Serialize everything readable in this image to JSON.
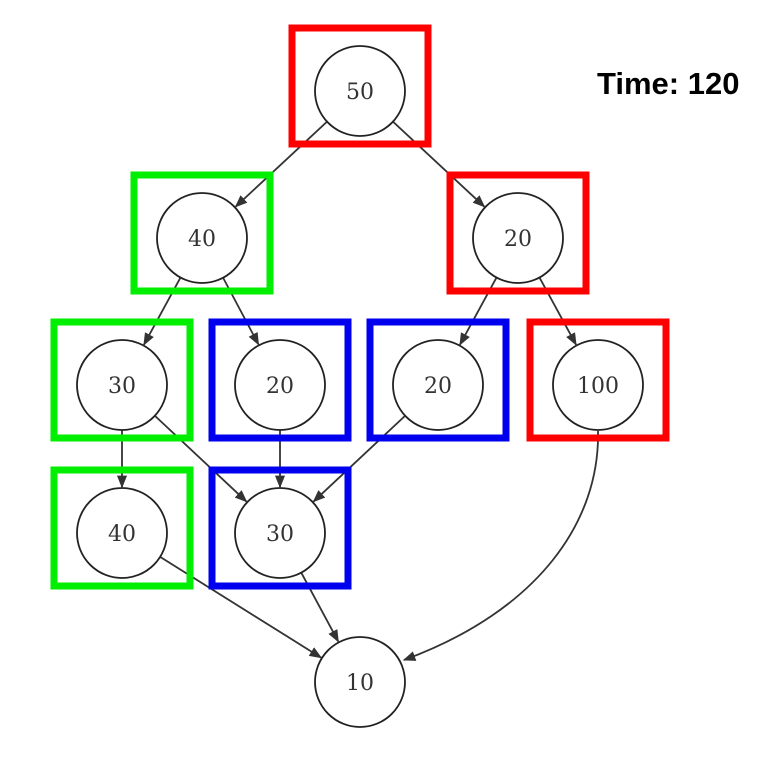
{
  "time": {
    "label": "Time:",
    "value": "120"
  },
  "colors": {
    "red": "#ff0000",
    "green": "#00ee00",
    "blue": "#0000ee",
    "edge": "#333333"
  },
  "nodes": [
    {
      "id": "a",
      "value": "50",
      "highlight": "red"
    },
    {
      "id": "b",
      "value": "40",
      "highlight": "green"
    },
    {
      "id": "c",
      "value": "20",
      "highlight": "red"
    },
    {
      "id": "d",
      "value": "30",
      "highlight": "green"
    },
    {
      "id": "e",
      "value": "20",
      "highlight": "blue"
    },
    {
      "id": "f",
      "value": "20",
      "highlight": "blue"
    },
    {
      "id": "g",
      "value": "100",
      "highlight": "red"
    },
    {
      "id": "h",
      "value": "40",
      "highlight": "green"
    },
    {
      "id": "i",
      "value": "30",
      "highlight": "blue"
    },
    {
      "id": "j",
      "value": "10",
      "highlight": null
    }
  ],
  "edges": [
    [
      "a",
      "b"
    ],
    [
      "a",
      "c"
    ],
    [
      "b",
      "d"
    ],
    [
      "b",
      "e"
    ],
    [
      "c",
      "f"
    ],
    [
      "c",
      "g"
    ],
    [
      "d",
      "h"
    ],
    [
      "d",
      "i"
    ],
    [
      "e",
      "i"
    ],
    [
      "f",
      "i"
    ],
    [
      "h",
      "j"
    ],
    [
      "i",
      "j"
    ],
    [
      "g",
      "j"
    ]
  ]
}
